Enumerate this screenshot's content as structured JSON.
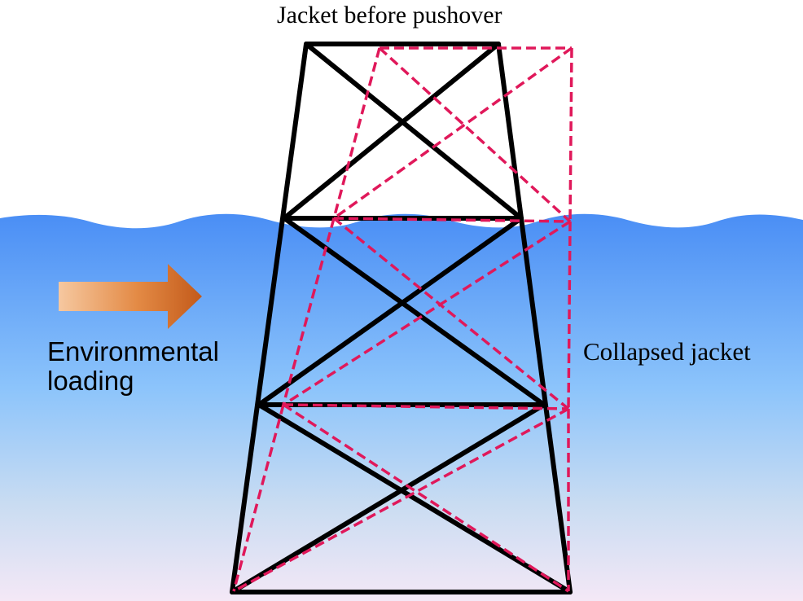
{
  "labels": {
    "top": "Jacket before pushover",
    "left": "Environmental\nloading",
    "right": "Collapsed jacket"
  },
  "colors": {
    "intact_frame": "#000000",
    "collapsed_frame": "#e0185a",
    "water_top": "#4a8ef5",
    "water_mid": "#8cc4fb",
    "water_bottom": "#f4e8f6",
    "arrow_dark": "#c35a1a",
    "arrow_light": "#f6c8a0"
  },
  "icons": {
    "load_arrow": "right-arrow-icon"
  }
}
